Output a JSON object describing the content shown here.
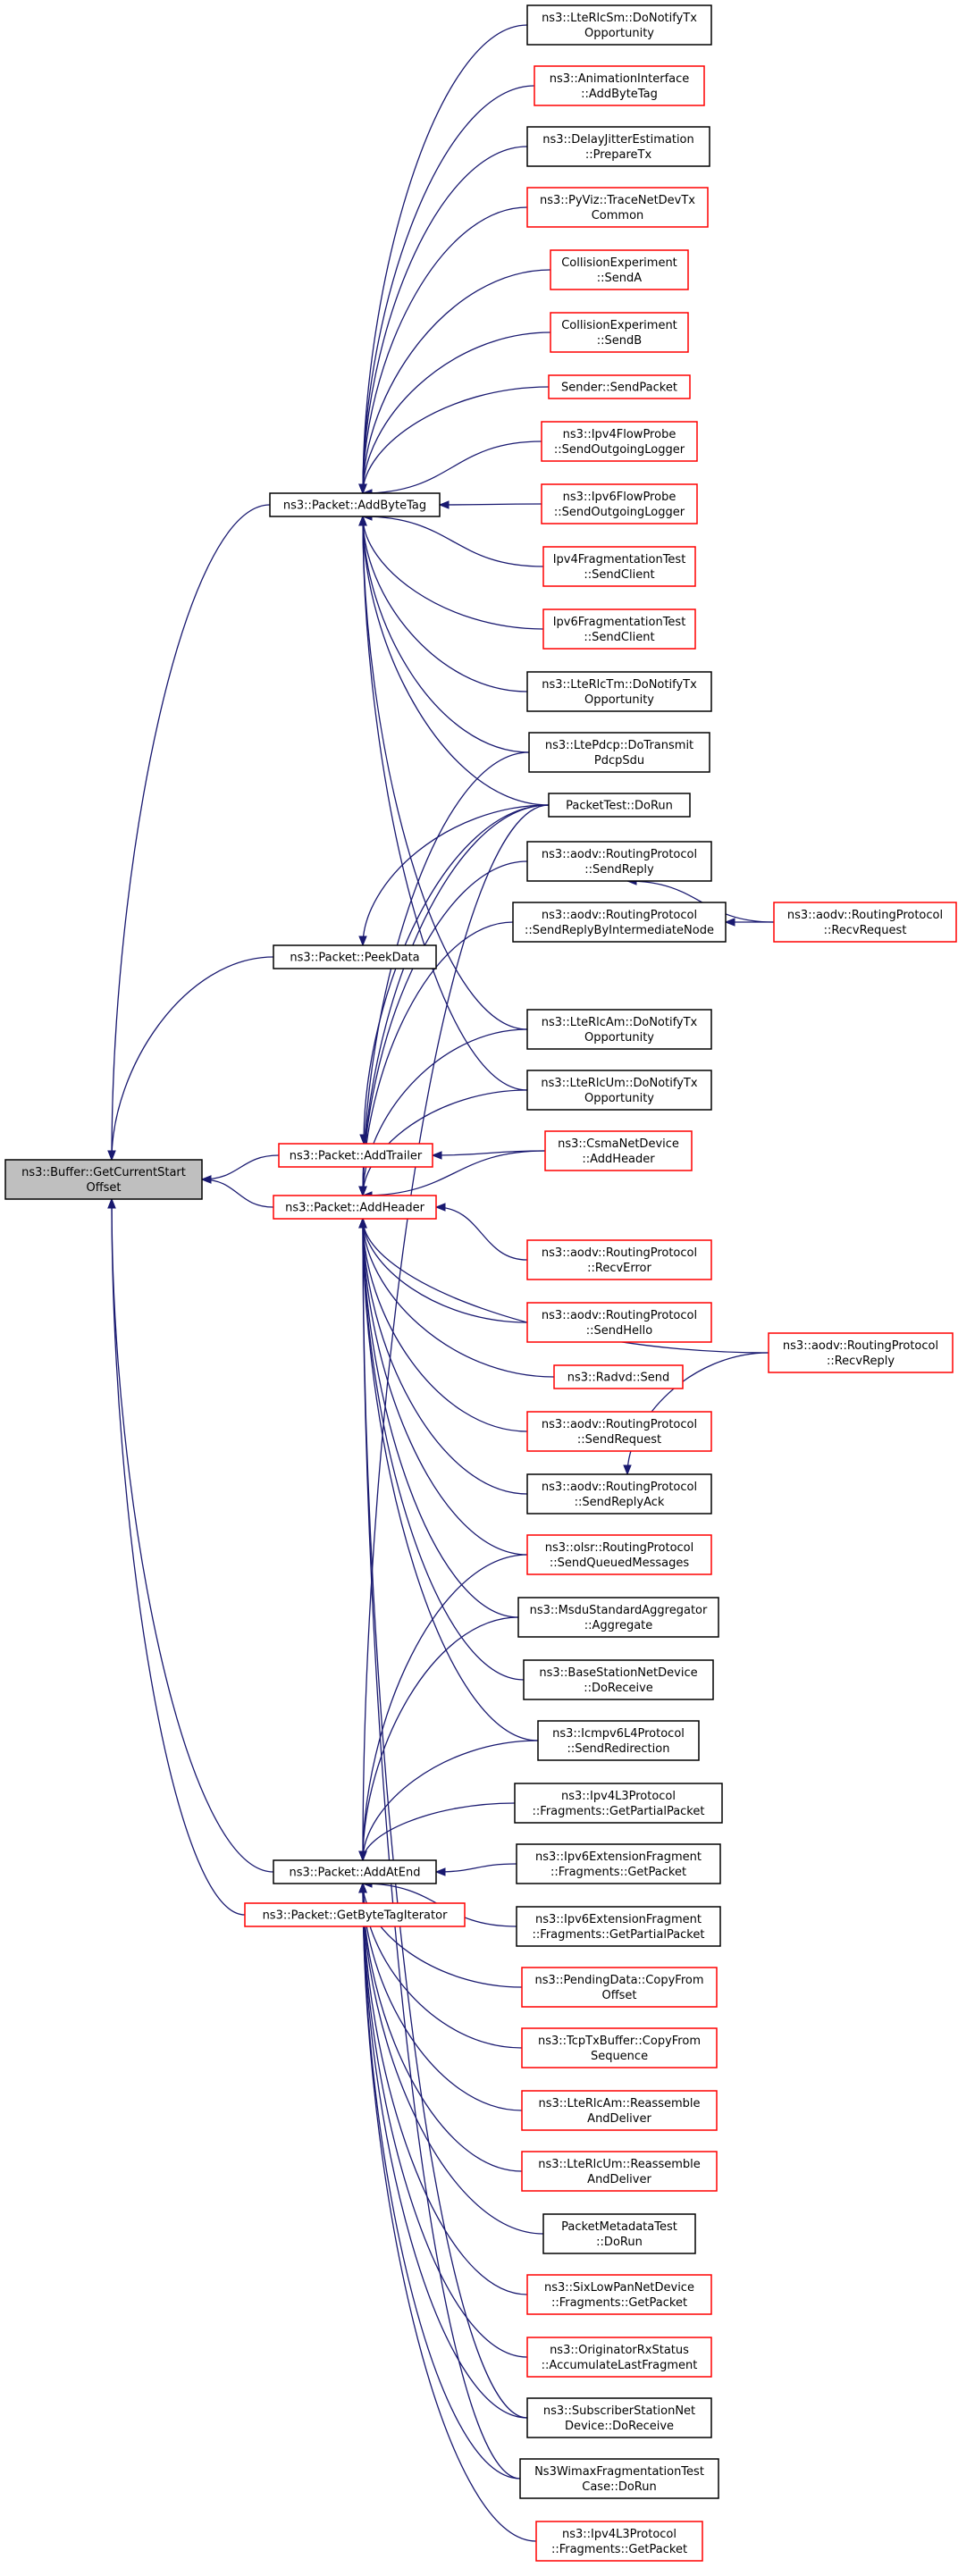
{
  "colors": {
    "edge": "#191970",
    "border_black": "#000000",
    "border_red": "#ff0000",
    "focus_fill": "#bfbfbf"
  },
  "nodes": [
    {
      "id": "getcur",
      "lines": [
        "ns3::Buffer::GetCurrentStart",
        "Offset"
      ],
      "border": "black",
      "focus": true
    },
    {
      "id": "addbytetag",
      "lines": [
        "ns3::Packet::AddByteTag"
      ],
      "border": "black"
    },
    {
      "id": "peekdata",
      "lines": [
        "ns3::Packet::PeekData"
      ],
      "border": "black"
    },
    {
      "id": "addtrailer",
      "lines": [
        "ns3::Packet::AddTrailer"
      ],
      "border": "red"
    },
    {
      "id": "addheader",
      "lines": [
        "ns3::Packet::AddHeader"
      ],
      "border": "red"
    },
    {
      "id": "addatend",
      "lines": [
        "ns3::Packet::AddAtEnd"
      ],
      "border": "black"
    },
    {
      "id": "getbytetagit",
      "lines": [
        "ns3::Packet::GetByteTagIterator"
      ],
      "border": "red"
    },
    {
      "id": "lterlcsm",
      "lines": [
        "ns3::LteRlcSm::DoNotifyTx",
        "Opportunity"
      ],
      "border": "black"
    },
    {
      "id": "animiface",
      "lines": [
        "ns3::AnimationInterface",
        "::AddByteTag"
      ],
      "border": "red"
    },
    {
      "id": "delayjitter",
      "lines": [
        "ns3::DelayJitterEstimation",
        "::PrepareTx"
      ],
      "border": "black"
    },
    {
      "id": "pyviz",
      "lines": [
        "ns3::PyViz::TraceNetDevTx",
        "Common"
      ],
      "border": "red"
    },
    {
      "id": "collA",
      "lines": [
        "CollisionExperiment",
        "::SendA"
      ],
      "border": "red"
    },
    {
      "id": "collB",
      "lines": [
        "CollisionExperiment",
        "::SendB"
      ],
      "border": "red"
    },
    {
      "id": "sender",
      "lines": [
        "Sender::SendPacket"
      ],
      "border": "red"
    },
    {
      "id": "ipv4flow",
      "lines": [
        "ns3::Ipv4FlowProbe",
        "::SendOutgoingLogger"
      ],
      "border": "red"
    },
    {
      "id": "ipv6flow",
      "lines": [
        "ns3::Ipv6FlowProbe",
        "::SendOutgoingLogger"
      ],
      "border": "red"
    },
    {
      "id": "ipv4frag",
      "lines": [
        "Ipv4FragmentationTest",
        "::SendClient"
      ],
      "border": "red"
    },
    {
      "id": "ipv6frag",
      "lines": [
        "Ipv6FragmentationTest",
        "::SendClient"
      ],
      "border": "red"
    },
    {
      "id": "lterlctm",
      "lines": [
        "ns3::LteRlcTm::DoNotifyTx",
        "Opportunity"
      ],
      "border": "black"
    },
    {
      "id": "ltepdcp",
      "lines": [
        "ns3::LtePdcp::DoTransmit",
        "PdcpSdu"
      ],
      "border": "black"
    },
    {
      "id": "packettest",
      "lines": [
        "PacketTest::DoRun"
      ],
      "border": "black"
    },
    {
      "id": "aodvsendreply",
      "lines": [
        "ns3::aodv::RoutingProtocol",
        "::SendReply"
      ],
      "border": "black"
    },
    {
      "id": "aodvsendreplyint",
      "lines": [
        "ns3::aodv::RoutingProtocol",
        "::SendReplyByIntermediateNode"
      ],
      "border": "black"
    },
    {
      "id": "aodvrecvreq",
      "lines": [
        "ns3::aodv::RoutingProtocol",
        "::RecvRequest"
      ],
      "border": "red"
    },
    {
      "id": "lterlcam",
      "lines": [
        "ns3::LteRlcAm::DoNotifyTx",
        "Opportunity"
      ],
      "border": "black"
    },
    {
      "id": "lterlcum",
      "lines": [
        "ns3::LteRlcUm::DoNotifyTx",
        "Opportunity"
      ],
      "border": "black"
    },
    {
      "id": "csma",
      "lines": [
        "ns3::CsmaNetDevice",
        "::AddHeader"
      ],
      "border": "red"
    },
    {
      "id": "aodvrecverr",
      "lines": [
        "ns3::aodv::RoutingProtocol",
        "::RecvError"
      ],
      "border": "red"
    },
    {
      "id": "aodvsendhello",
      "lines": [
        "ns3::aodv::RoutingProtocol",
        "::SendHello"
      ],
      "border": "red"
    },
    {
      "id": "radvd",
      "lines": [
        "ns3::Radvd::Send"
      ],
      "border": "red"
    },
    {
      "id": "aodvrecvreply",
      "lines": [
        "ns3::aodv::RoutingProtocol",
        "::RecvReply"
      ],
      "border": "red"
    },
    {
      "id": "aodvsendreq",
      "lines": [
        "ns3::aodv::RoutingProtocol",
        "::SendRequest"
      ],
      "border": "red"
    },
    {
      "id": "aodvsendack",
      "lines": [
        "ns3::aodv::RoutingProtocol",
        "::SendReplyAck"
      ],
      "border": "black"
    },
    {
      "id": "olsr",
      "lines": [
        "ns3::olsr::RoutingProtocol",
        "::SendQueuedMessages"
      ],
      "border": "red"
    },
    {
      "id": "msdu",
      "lines": [
        "ns3::MsduStandardAggregator",
        "::Aggregate"
      ],
      "border": "black"
    },
    {
      "id": "bsnet",
      "lines": [
        "ns3::BaseStationNetDevice",
        "::DoReceive"
      ],
      "border": "black"
    },
    {
      "id": "icmpv6",
      "lines": [
        "ns3::Icmpv6L4Protocol",
        "::SendRedirection"
      ],
      "border": "black"
    },
    {
      "id": "ipv4l3partial",
      "lines": [
        "ns3::Ipv4L3Protocol",
        "::Fragments::GetPartialPacket"
      ],
      "border": "black"
    },
    {
      "id": "ipv6extget",
      "lines": [
        "ns3::Ipv6ExtensionFragment",
        "::Fragments::GetPacket"
      ],
      "border": "black"
    },
    {
      "id": "ipv6extpartial",
      "lines": [
        "ns3::Ipv6ExtensionFragment",
        "::Fragments::GetPartialPacket"
      ],
      "border": "black"
    },
    {
      "id": "pending",
      "lines": [
        "ns3::PendingData::CopyFrom",
        "Offset"
      ],
      "border": "red"
    },
    {
      "id": "tcptx",
      "lines": [
        "ns3::TcpTxBuffer::CopyFrom",
        "Sequence"
      ],
      "border": "red"
    },
    {
      "id": "lterlcamreas",
      "lines": [
        "ns3::LteRlcAm::Reassemble",
        "AndDeliver"
      ],
      "border": "red"
    },
    {
      "id": "lterlcumreas",
      "lines": [
        "ns3::LteRlcUm::Reassemble",
        "AndDeliver"
      ],
      "border": "red"
    },
    {
      "id": "pktmeta",
      "lines": [
        "PacketMetadataTest",
        "::DoRun"
      ],
      "border": "black"
    },
    {
      "id": "sixlowpan",
      "lines": [
        "ns3::SixLowPanNetDevice",
        "::Fragments::GetPacket"
      ],
      "border": "red"
    },
    {
      "id": "origrx",
      "lines": [
        "ns3::OriginatorRxStatus",
        "::AccumulateLastFragment"
      ],
      "border": "red"
    },
    {
      "id": "subscriber",
      "lines": [
        "ns3::SubscriberStationNet",
        "Device::DoReceive"
      ],
      "border": "black"
    },
    {
      "id": "wimaxfrag",
      "lines": [
        "Ns3WimaxFragmentationTest",
        "Case::DoRun"
      ],
      "border": "black"
    },
    {
      "id": "ipv4l3get",
      "lines": [
        "ns3::Ipv4L3Protocol",
        "::Fragments::GetPacket"
      ],
      "border": "red"
    }
  ],
  "edges": [
    [
      "addbytetag",
      "getcur"
    ],
    [
      "peekdata",
      "getcur"
    ],
    [
      "addtrailer",
      "getcur"
    ],
    [
      "addheader",
      "getcur"
    ],
    [
      "addatend",
      "getcur"
    ],
    [
      "getbytetagit",
      "getcur"
    ],
    [
      "lterlcsm",
      "addbytetag"
    ],
    [
      "animiface",
      "addbytetag"
    ],
    [
      "delayjitter",
      "addbytetag"
    ],
    [
      "pyviz",
      "addbytetag"
    ],
    [
      "collA",
      "addbytetag"
    ],
    [
      "collB",
      "addbytetag"
    ],
    [
      "sender",
      "addbytetag"
    ],
    [
      "ipv4flow",
      "addbytetag"
    ],
    [
      "ipv6flow",
      "addbytetag"
    ],
    [
      "ipv4frag",
      "addbytetag"
    ],
    [
      "ipv6frag",
      "addbytetag"
    ],
    [
      "lterlctm",
      "addbytetag"
    ],
    [
      "ltepdcp",
      "addbytetag"
    ],
    [
      "packettest",
      "addbytetag"
    ],
    [
      "lterlcam",
      "addbytetag"
    ],
    [
      "lterlcum",
      "addbytetag"
    ],
    [
      "packettest",
      "peekdata"
    ],
    [
      "packettest",
      "addtrailer"
    ],
    [
      "csma",
      "addtrailer"
    ],
    [
      "ltepdcp",
      "addheader"
    ],
    [
      "packettest",
      "addheader"
    ],
    [
      "aodvsendreply",
      "addheader"
    ],
    [
      "aodvsendreplyint",
      "addheader"
    ],
    [
      "lterlcam",
      "addheader"
    ],
    [
      "lterlcum",
      "addheader"
    ],
    [
      "csma",
      "addheader"
    ],
    [
      "aodvrecverr",
      "addheader"
    ],
    [
      "aodvsendhello",
      "addheader"
    ],
    [
      "radvd",
      "addheader"
    ],
    [
      "aodvrecvreply",
      "addheader"
    ],
    [
      "aodvsendreq",
      "addheader"
    ],
    [
      "aodvsendack",
      "addheader"
    ],
    [
      "olsr",
      "addheader"
    ],
    [
      "msdu",
      "addheader"
    ],
    [
      "bsnet",
      "addheader"
    ],
    [
      "icmpv6",
      "addheader"
    ],
    [
      "subscriber",
      "addheader"
    ],
    [
      "wimaxfrag",
      "addheader"
    ],
    [
      "olsr",
      "addatend"
    ],
    [
      "msdu",
      "addatend"
    ],
    [
      "icmpv6",
      "addatend"
    ],
    [
      "ipv4l3partial",
      "addatend"
    ],
    [
      "ipv6extget",
      "addatend"
    ],
    [
      "ipv6extpartial",
      "addatend"
    ],
    [
      "pending",
      "addatend"
    ],
    [
      "tcptx",
      "addatend"
    ],
    [
      "lterlcamreas",
      "addatend"
    ],
    [
      "lterlcumreas",
      "addatend"
    ],
    [
      "pktmeta",
      "addatend"
    ],
    [
      "sixlowpan",
      "addatend"
    ],
    [
      "origrx",
      "addatend"
    ],
    [
      "subscriber",
      "addatend"
    ],
    [
      "wimaxfrag",
      "addatend"
    ],
    [
      "ipv4l3get",
      "addatend"
    ],
    [
      "packettest",
      "addatend"
    ],
    [
      "aodvrecvreq",
      "aodvsendreply"
    ],
    [
      "aodvrecvreq",
      "aodvsendreplyint"
    ],
    [
      "aodvrecvreply",
      "aodvsendack"
    ]
  ]
}
